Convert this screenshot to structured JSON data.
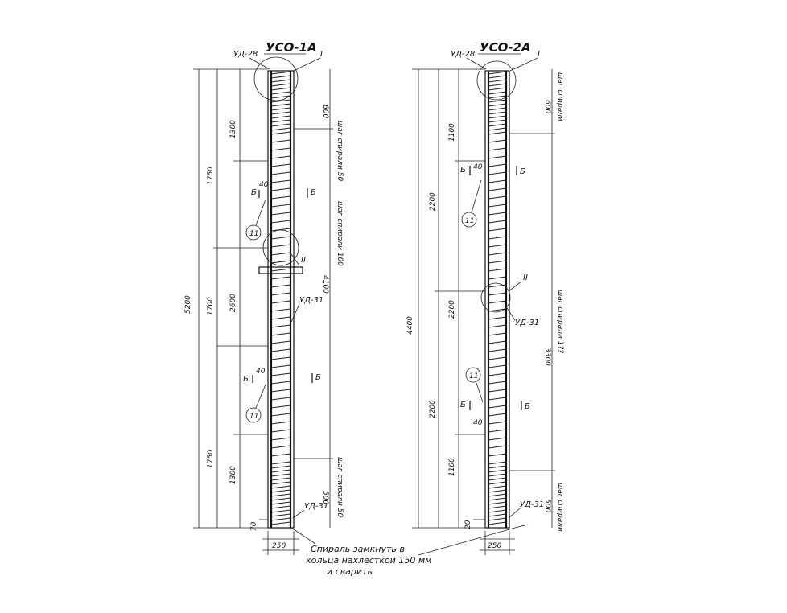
{
  "left": {
    "title": "УСО-1А",
    "top_tag": "УД-28",
    "node_I": "I",
    "node_II": "II",
    "tag_mid": "УД-31",
    "tag_bot": "УД-31",
    "total_dim": "5200",
    "dim_1750_top": "1750",
    "dim_1300_top": "1300",
    "dim_1700": "1700",
    "dim_2600": "2600",
    "dim_1750_bot": "1750",
    "dim_1300_bot": "1300",
    "dim_70": "70",
    "dim_40_top": "40",
    "dim_40_bot": "40",
    "width_dim": "250",
    "circle_top": "11",
    "circle_bot": "11",
    "sec_b1": "Б",
    "sec_b2": "Б",
    "sec_b3": "Б",
    "sec_b4": "Б",
    "pitch_top": "шаг спирали 50",
    "pitch_600": "600",
    "pitch_mid": "шаг спирали 100",
    "pitch_4100": "4100",
    "pitch_bot": "шаг спирали 50",
    "pitch_500": "500"
  },
  "right": {
    "title": "УСО-2А",
    "top_tag": "УД-28",
    "node_I": "I",
    "node_II": "II",
    "tag_mid": "УД-31",
    "tag_bot": "УД-31",
    "total_dim": "4400",
    "dim_1100_top": "1100",
    "dim_2200_top": "2200",
    "dim_2200_mid": "2200",
    "dim_2200_bot": "2200",
    "dim_1100_bot": "1100",
    "dim_20": "20",
    "dim_40_top": "40",
    "dim_40_bot": "40",
    "width_dim": "250",
    "circle_top": "11",
    "circle_bot": "11",
    "sec_b1": "Б",
    "sec_b2": "Б",
    "sec_b3": "Б",
    "sec_b4": "Б",
    "pitch_top": "шаг спирали",
    "pitch_600": "600",
    "pitch_mid": "шаг спирали 1??",
    "pitch_3300": "3300",
    "pitch_bot": "шаг спирали",
    "pitch_500": "500"
  },
  "note": {
    "line1": "Спираль замкнуть в",
    "line2": "кольца нахлесткой 150 мм",
    "line3": "и сварить"
  }
}
